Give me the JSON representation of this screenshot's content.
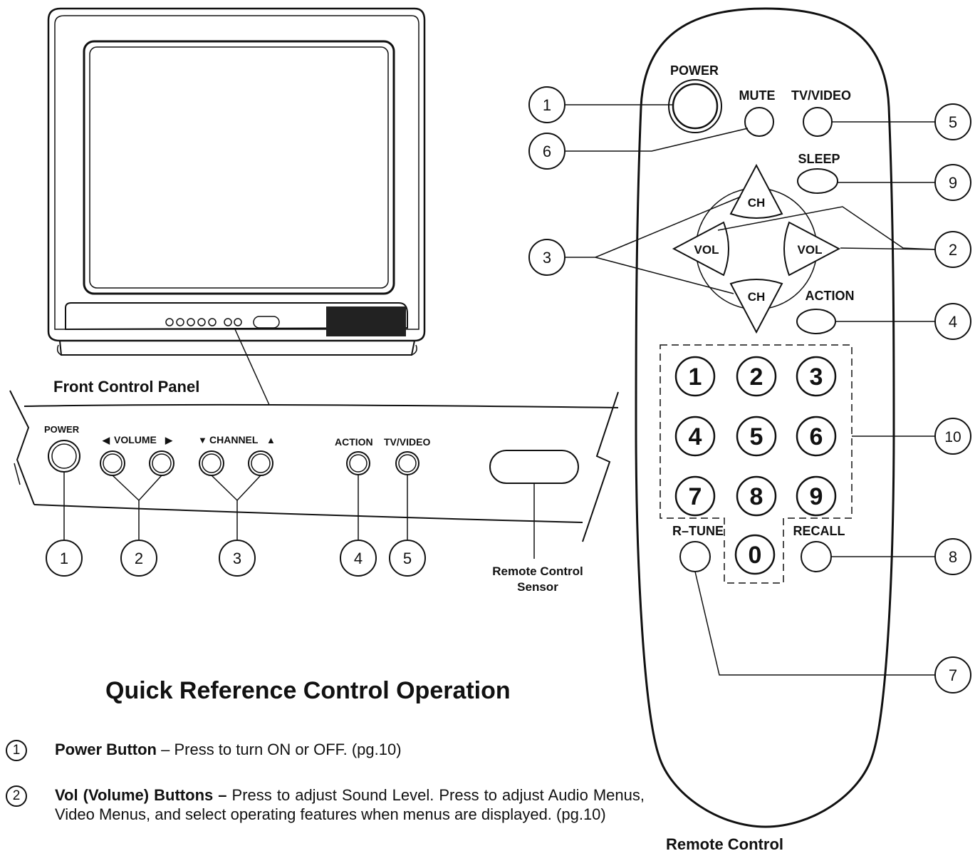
{
  "front_panel": {
    "caption": "Front Control Panel",
    "labels": {
      "power": "POWER",
      "volume": "VOLUME",
      "channel": "CHANNEL",
      "action": "ACTION",
      "tvvideo": "TV/VIDEO"
    },
    "sensor_caption_line1": "Remote Control",
    "sensor_caption_line2": "Sensor",
    "callouts": [
      "1",
      "2",
      "3",
      "4",
      "5"
    ]
  },
  "remote": {
    "caption": "Remote Control",
    "labels": {
      "power": "POWER",
      "mute": "MUTE",
      "tvvideo": "TV/VIDEO",
      "sleep": "SLEEP",
      "ch": "CH",
      "vol": "VOL",
      "action": "ACTION",
      "rtune": "R–TUNE",
      "recall": "RECALL"
    },
    "digits": [
      "1",
      "2",
      "3",
      "4",
      "5",
      "6",
      "7",
      "8",
      "9",
      "0"
    ],
    "callouts": [
      "1",
      "6",
      "5",
      "9",
      "3",
      "2",
      "4",
      "10",
      "8",
      "7"
    ]
  },
  "reference": {
    "title": "Quick Reference Control Operation",
    "items": [
      {
        "number": "1",
        "name": "Power Button",
        "description": " – Press to turn ON or OFF. (pg.10)"
      },
      {
        "number": "2",
        "name": "Vol (Volume) Buttons –",
        "description": " Press to adjust Sound Level. Press to adjust Audio Menus, Video Menus, and select operating features when menus are displayed. (pg.10)"
      }
    ]
  }
}
